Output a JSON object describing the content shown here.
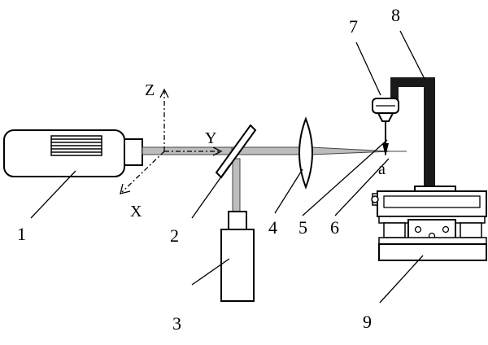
{
  "labels": {
    "part_1": "1",
    "part_2": "2",
    "part_3": "3",
    "part_4": "4",
    "part_5": "5",
    "part_6": "6",
    "part_7": "7",
    "part_8": "8",
    "part_9": "9",
    "axis_x": "X",
    "axis_y": "Y",
    "axis_z": "Z",
    "point_a": "a"
  },
  "colors": {
    "beam": "#bdbdbd",
    "stroke": "#000000",
    "fill_dark": "#1a1a1a"
  }
}
